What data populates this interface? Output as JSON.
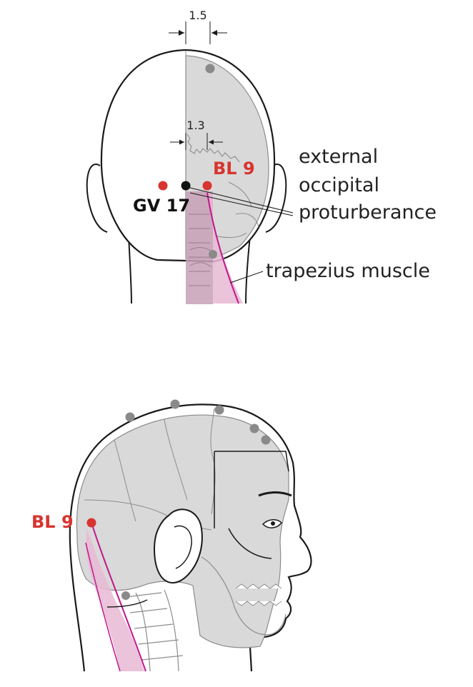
{
  "colors": {
    "outline": "#1a1a1a",
    "skull": "#d9d9d9",
    "skull_line": "#8c8c8c",
    "point_red": "#d8342f",
    "point_black": "#111111",
    "point_gray": "#8a8a8a",
    "muscle_fill": "#cc8fb5",
    "muscle_line": "#c2168c",
    "text": "#222222"
  },
  "back_view": {
    "dim_top": "1.5",
    "dim_inner": "1.3",
    "labels": {
      "bl9": "BL 9",
      "gv17": "GV 17",
      "external": "external",
      "occipital": "occipital",
      "protuberance": "proturberance",
      "trapezius": "trapezius muscle"
    }
  },
  "side_view": {
    "labels": {
      "bl9": "BL 9"
    }
  }
}
